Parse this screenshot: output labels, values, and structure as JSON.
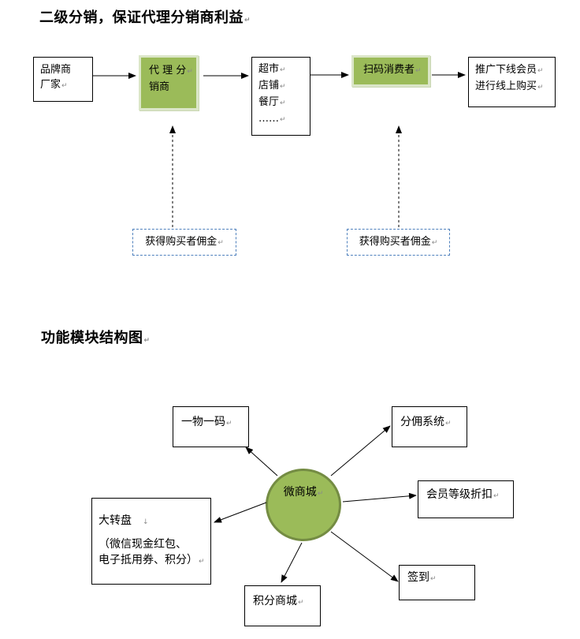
{
  "section1": {
    "title": "二级分销，保证代理分销商利益",
    "brand": {
      "lines": [
        "品牌商",
        "厂家"
      ]
    },
    "agent": {
      "lines": [
        "代 理 分",
        "销商"
      ]
    },
    "stores": {
      "lines": [
        "超市",
        "店铺",
        "餐厅",
        "……"
      ]
    },
    "consumer": {
      "label": "扫码消费者"
    },
    "promote": {
      "lines": [
        "推广下线会员",
        "进行线上购买"
      ]
    },
    "commission_left": "获得购买者佣金",
    "commission_right": "获得购买者佣金"
  },
  "section2": {
    "title": "功能模块结构图",
    "center": "微商城",
    "modules": {
      "code": "一物一码",
      "commission_system": "分佣系统",
      "member_discount": "会员等级折扣",
      "sign_in": "签到",
      "points_mall": "积分商城",
      "wheel_title": "大转盘",
      "wheel_desc": [
        "（微信现金红包、",
        "电子抵用券、积分）"
      ]
    }
  },
  "colors": {
    "green_fill": "#9bbb59",
    "circle_border": "#748c43",
    "dashed_border": "#4f81bd"
  }
}
